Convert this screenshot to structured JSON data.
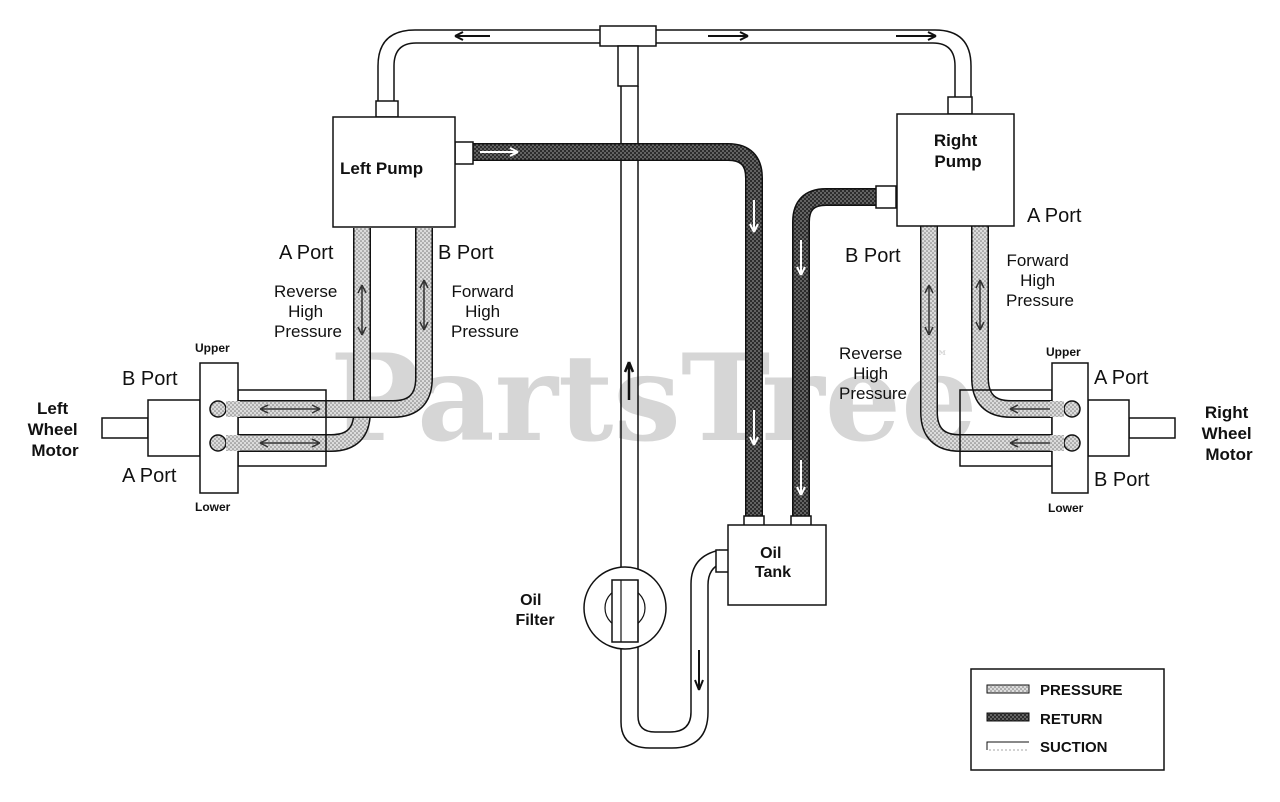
{
  "watermark": "PartsTree",
  "watermark_mark": "™",
  "components": {
    "left_pump": "Left Pump",
    "right_pump": [
      "Right",
      "Pump"
    ],
    "oil_tank": [
      "Oil",
      "Tank"
    ],
    "oil_filter": [
      "Oil",
      "Filter"
    ],
    "left_wheel_motor": [
      "Left",
      "Wheel",
      "Motor"
    ],
    "right_wheel_motor": [
      "Right",
      "Wheel",
      "Motor"
    ]
  },
  "ports": {
    "left_pump_a": "A Port",
    "left_pump_b": "B Port",
    "right_pump_a": "A Port",
    "right_pump_b": "B Port",
    "left_motor_b": "B Port",
    "left_motor_a": "A Port",
    "right_motor_a": "A Port",
    "right_motor_b": "B Port"
  },
  "annotations": {
    "left_reverse": [
      "Reverse",
      "High",
      "Pressure"
    ],
    "left_forward": [
      "Forward",
      "High",
      "Pressure"
    ],
    "right_forward": [
      "Forward",
      "High",
      "Pressure"
    ],
    "right_reverse": [
      "Reverse",
      "High",
      "Pressure"
    ],
    "left_upper": "Upper",
    "left_lower": "Lower",
    "right_upper": "Upper",
    "right_lower": "Lower"
  },
  "legend": {
    "pressure": "PRESSURE",
    "return": "RETURN",
    "suction": "SUCTION"
  },
  "colors": {
    "line": "#111111",
    "pressure_fill": "#c9c9c9",
    "return_fill": "#3a3a3a",
    "watermark": "#cfcfcf"
  }
}
